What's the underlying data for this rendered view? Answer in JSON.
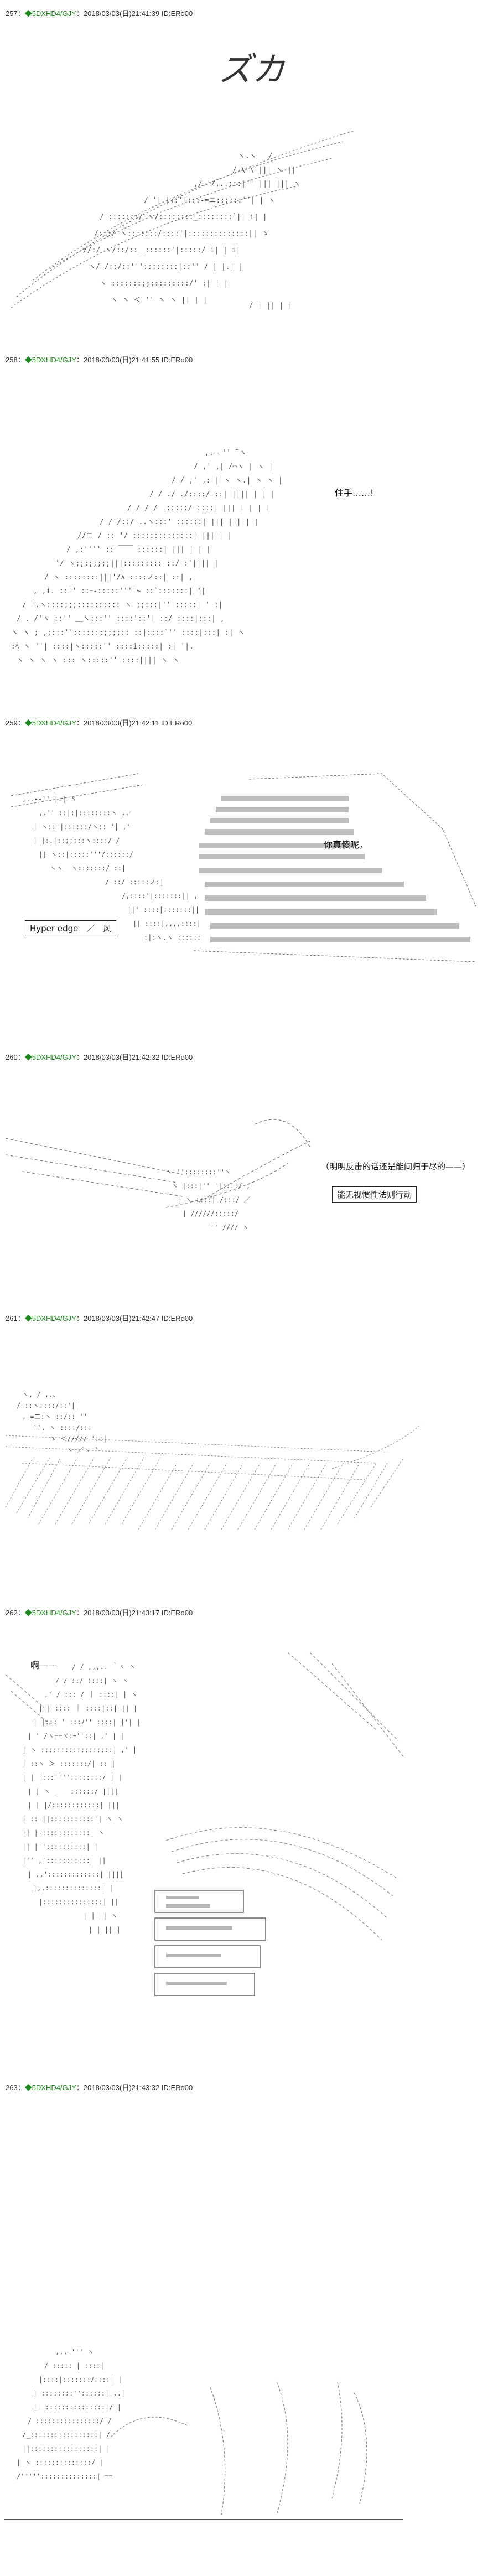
{
  "posts": [
    {
      "number": "257",
      "sep": "：",
      "trip": "◆5DXHD4/GJY",
      "date": "：2018/03/03(日)21:41:39 ID:ERo00",
      "sfx": "ズカ",
      "dialogue": ""
    },
    {
      "number": "258",
      "sep": "：",
      "trip": "◆5DXHD4/GJY",
      "date": "：2018/03/03(日)21:41:55 ID:ERo00",
      "dialogue": "住手……!"
    },
    {
      "number": "259",
      "sep": "：",
      "trip": "◆5DXHD4/GJY",
      "date": "：2018/03/03(日)21:42:11 ID:ERo00",
      "dialogue": "你真傻呢。",
      "label": "Hyper edge　／　风"
    },
    {
      "number": "260",
      "sep": "：",
      "trip": "◆5DXHD4/GJY",
      "date": "：2018/03/03(日)21:42:32 ID:ERo00",
      "dialogue": "（明明反击的话还是能间归于尽的——）",
      "boxed": "能无视惯性法则行动"
    },
    {
      "number": "261",
      "sep": "：",
      "trip": "◆5DXHD4/GJY",
      "date": "：2018/03/03(日)21:42:47 ID:ERo00",
      "dialogue": ""
    },
    {
      "number": "262",
      "sep": "：",
      "trip": "◆5DXHD4/GJY",
      "date": "：2018/03/03(日)21:43:17 ID:ERo00",
      "dialogue": "啊——"
    },
    {
      "number": "263",
      "sep": "：",
      "trip": "◆5DXHD4/GJY",
      "date": "：2018/03/03(日)21:43:32 ID:ERo00",
      "dialogue": ""
    }
  ]
}
